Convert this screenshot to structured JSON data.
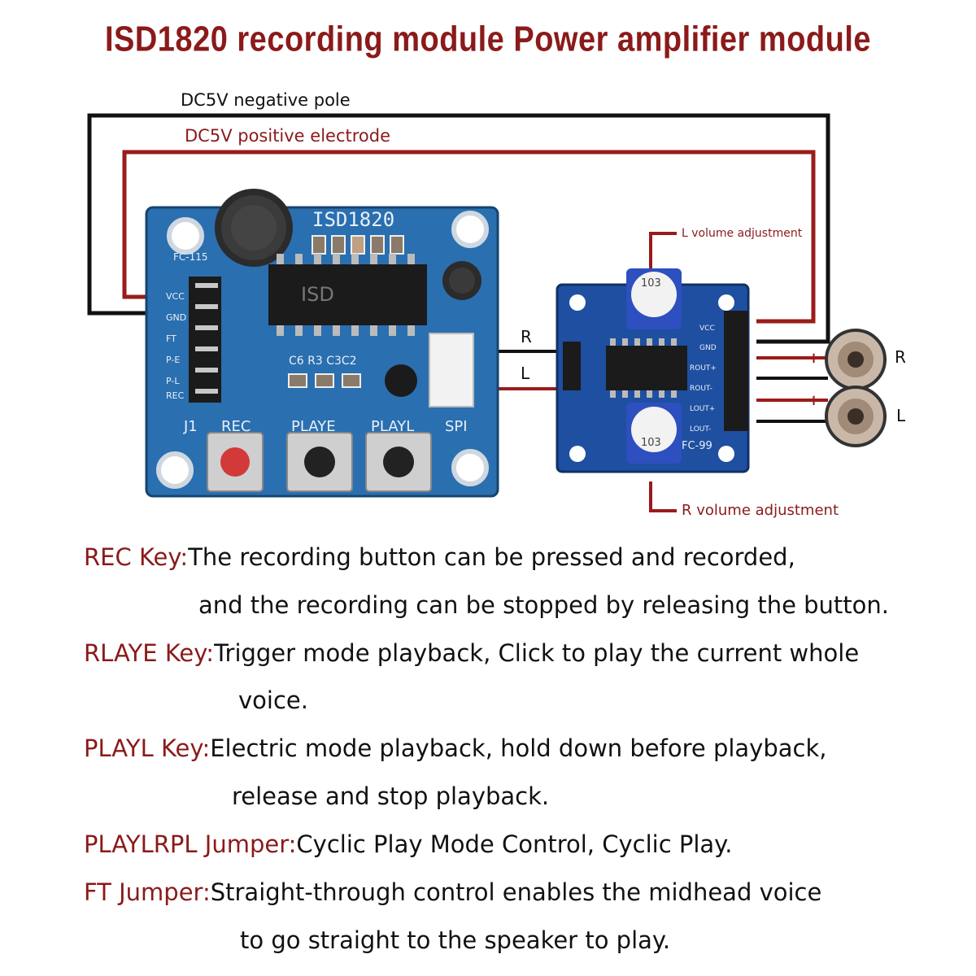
{
  "title": "ISD1820 recording module  Power amplifier module",
  "wires": {
    "negative": "DC5V negative pole",
    "positive": "DC5V positive electrode",
    "r": "R",
    "l": "L"
  },
  "recorder": {
    "name": "ISD1820",
    "model": "FC-115",
    "jumper_label": "J1",
    "spi_label": "SPI",
    "pins": [
      "VCC",
      "GND",
      "FT",
      "P-E",
      "P-L",
      "REC"
    ],
    "buttons": [
      "REC",
      "PLAYE",
      "PLAYL"
    ],
    "silk": "C6 R3 C3C2",
    "chip": "ISD",
    "colors": {
      "board": "#2a6fb0",
      "button_rec": "#d23a3a",
      "button": "#222222"
    }
  },
  "amplifier": {
    "model": "FC-99",
    "pins": [
      "VCC",
      "GND",
      "ROUT+",
      "ROUT-",
      "LOUT+",
      "LOUT-"
    ],
    "pot_top": "103",
    "pot_bottom": "103",
    "l_volume": "L volume adjustment",
    "r_volume": "R volume adjustment",
    "colors": {
      "board": "#1f4fa0"
    }
  },
  "speakers": {
    "right": "R",
    "left": "L",
    "plus": "+",
    "minus": "-"
  },
  "descriptions": [
    {
      "key": "REC Key:",
      "text": "The recording button can be pressed and recorded,",
      "cont": "and the recording can be stopped by releasing the button."
    },
    {
      "key": "RLAYE Key:",
      "text": "Trigger mode playback, Click to play the current whole",
      "cont": "voice."
    },
    {
      "key": "PLAYL Key:",
      "text": "Electric mode playback, hold down before playback,",
      "cont": "release and stop playback."
    },
    {
      "key": "PLAYLRPL Jumper:",
      "text": "Cyclic Play Mode Control, Cyclic Play.",
      "cont": ""
    },
    {
      "key": "FT Jumper:",
      "text": "Straight-through control enables the midhead voice",
      "cont": "to go straight to the speaker to play."
    }
  ]
}
